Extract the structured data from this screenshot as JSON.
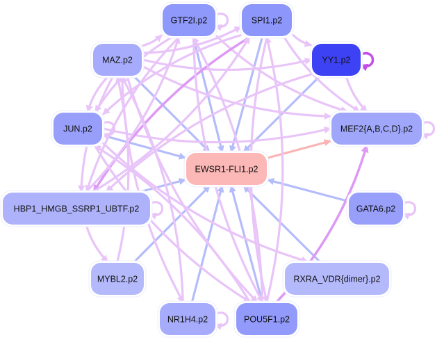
{
  "title": "EWSR1-FLI1.p2 motif regulatory network",
  "colors": {
    "target_node": "#fbb8b6",
    "edge_to_target": "#b4bcfb",
    "edge_from_target": "#fbb4b4",
    "edge_regulatory": "#e8c4f8",
    "edge_strong": "#dd99f5",
    "self_loop_strong": "#c64ee8"
  },
  "nodes": [
    {
      "id": "GTF2I",
      "label": "GTF2I.p2",
      "color": "#8f98fb"
    },
    {
      "id": "SPI1",
      "label": "SPI1.p2",
      "color": "#8d96fb"
    },
    {
      "id": "YY1",
      "label": "YY1.p2",
      "color": "#3d42f5"
    },
    {
      "id": "MAZ",
      "label": "MAZ.p2",
      "color": "#a6acfb"
    },
    {
      "id": "JUN",
      "label": "JUN.p2",
      "color": "#979ffb"
    },
    {
      "id": "MEF2",
      "label": "MEF2{A,B,C,D}.p2",
      "color": "#a0a7fb"
    },
    {
      "id": "EWSR1",
      "label": "EWSR1-FLI1.p2",
      "color": "#fbb8b6"
    },
    {
      "id": "HBP1",
      "label": "HBP1_HMGB_SSRP1_UBTF.p2",
      "color": "#adb2fb"
    },
    {
      "id": "GATA6",
      "label": "GATA6.p2",
      "color": "#979ffb"
    },
    {
      "id": "MYBL2",
      "label": "MYBL2.p2",
      "color": "#b4b9fb"
    },
    {
      "id": "RXRA",
      "label": "RXRA_VDR{dimer}.p2",
      "color": "#b4b9fb"
    },
    {
      "id": "NR1H4",
      "label": "NR1H4.p2",
      "color": "#a6acfb"
    },
    {
      "id": "POU5F1",
      "label": "POU5F1.p2",
      "color": "#929afb"
    }
  ],
  "edges": [
    {
      "from": "GTF2I",
      "to": "EWSR1",
      "kind": "to_target"
    },
    {
      "from": "SPI1",
      "to": "EWSR1",
      "kind": "to_target"
    },
    {
      "from": "YY1",
      "to": "EWSR1",
      "kind": "to_target"
    },
    {
      "from": "MAZ",
      "to": "EWSR1",
      "kind": "to_target"
    },
    {
      "from": "JUN",
      "to": "EWSR1",
      "kind": "to_target"
    },
    {
      "from": "HBP1",
      "to": "EWSR1",
      "kind": "to_target"
    },
    {
      "from": "GATA6",
      "to": "EWSR1",
      "kind": "to_target"
    },
    {
      "from": "MYBL2",
      "to": "EWSR1",
      "kind": "to_target"
    },
    {
      "from": "RXRA",
      "to": "EWSR1",
      "kind": "to_target"
    },
    {
      "from": "NR1H4",
      "to": "EWSR1",
      "kind": "to_target"
    },
    {
      "from": "POU5F1",
      "to": "EWSR1",
      "kind": "to_target"
    },
    {
      "from": "EWSR1",
      "to": "MEF2",
      "kind": "from_target"
    },
    {
      "from": "GTF2I",
      "to": "MEF2",
      "kind": "regulatory"
    },
    {
      "from": "SPI1",
      "to": "MEF2",
      "kind": "regulatory"
    },
    {
      "from": "YY1",
      "to": "MEF2",
      "kind": "regulatory"
    },
    {
      "from": "MAZ",
      "to": "MEF2",
      "kind": "regulatory"
    },
    {
      "from": "JUN",
      "to": "MEF2",
      "kind": "regulatory"
    },
    {
      "from": "POU5F1",
      "to": "MEF2",
      "kind": "strong"
    },
    {
      "from": "MAZ",
      "to": "GTF2I",
      "kind": "regulatory"
    },
    {
      "from": "MAZ",
      "to": "JUN",
      "kind": "regulatory"
    },
    {
      "from": "MAZ",
      "to": "YY1",
      "kind": "regulatory"
    },
    {
      "from": "SPI1",
      "to": "YY1",
      "kind": "regulatory"
    },
    {
      "from": "MAZ",
      "to": "SPI1",
      "kind": "regulatory"
    },
    {
      "from": "GTF2I",
      "to": "HBP1",
      "kind": "regulatory"
    },
    {
      "from": "SPI1",
      "to": "HBP1",
      "kind": "strong"
    },
    {
      "from": "YY1",
      "to": "HBP1",
      "kind": "regulatory"
    },
    {
      "from": "MAZ",
      "to": "HBP1",
      "kind": "regulatory"
    },
    {
      "from": "GTF2I",
      "to": "JUN",
      "kind": "regulatory"
    },
    {
      "from": "SPI1",
      "to": "JUN",
      "kind": "regulatory"
    },
    {
      "from": "MAZ",
      "to": "NR1H4",
      "kind": "regulatory"
    },
    {
      "from": "MAZ",
      "to": "POU5F1",
      "kind": "regulatory"
    },
    {
      "from": "GTF2I",
      "to": "POU5F1",
      "kind": "regulatory"
    },
    {
      "from": "SPI1",
      "to": "POU5F1",
      "kind": "regulatory"
    },
    {
      "from": "JUN",
      "to": "POU5F1",
      "kind": "regulatory"
    },
    {
      "from": "JUN",
      "to": "RXRA",
      "kind": "regulatory"
    },
    {
      "from": "HBP1",
      "to": "GTF2I",
      "kind": "regulatory"
    },
    {
      "from": "HBP1",
      "to": "SPI1",
      "kind": "regulatory"
    },
    {
      "from": "POU5F1",
      "to": "GTF2I",
      "kind": "regulatory"
    },
    {
      "from": "POU5F1",
      "to": "SPI1",
      "kind": "regulatory"
    },
    {
      "from": "NR1H4",
      "to": "MAZ",
      "kind": "regulatory"
    },
    {
      "from": "MYBL2",
      "to": "MAZ",
      "kind": "regulatory"
    },
    {
      "from": "HBP1",
      "to": "MYBL2",
      "kind": "regulatory"
    },
    {
      "from": "POU5F1",
      "to": "JUN",
      "kind": "regulatory"
    },
    {
      "from": "GTF2I",
      "to": "GTF2I",
      "kind": "self"
    },
    {
      "from": "YY1",
      "to": "YY1",
      "kind": "self_strong"
    },
    {
      "from": "MEF2",
      "to": "MEF2",
      "kind": "self"
    },
    {
      "from": "GATA6",
      "to": "GATA6",
      "kind": "self"
    },
    {
      "from": "HBP1",
      "to": "HBP1",
      "kind": "self"
    },
    {
      "from": "NR1H4",
      "to": "NR1H4",
      "kind": "self"
    },
    {
      "from": "JUN",
      "to": "JUN",
      "kind": "self"
    }
  ]
}
